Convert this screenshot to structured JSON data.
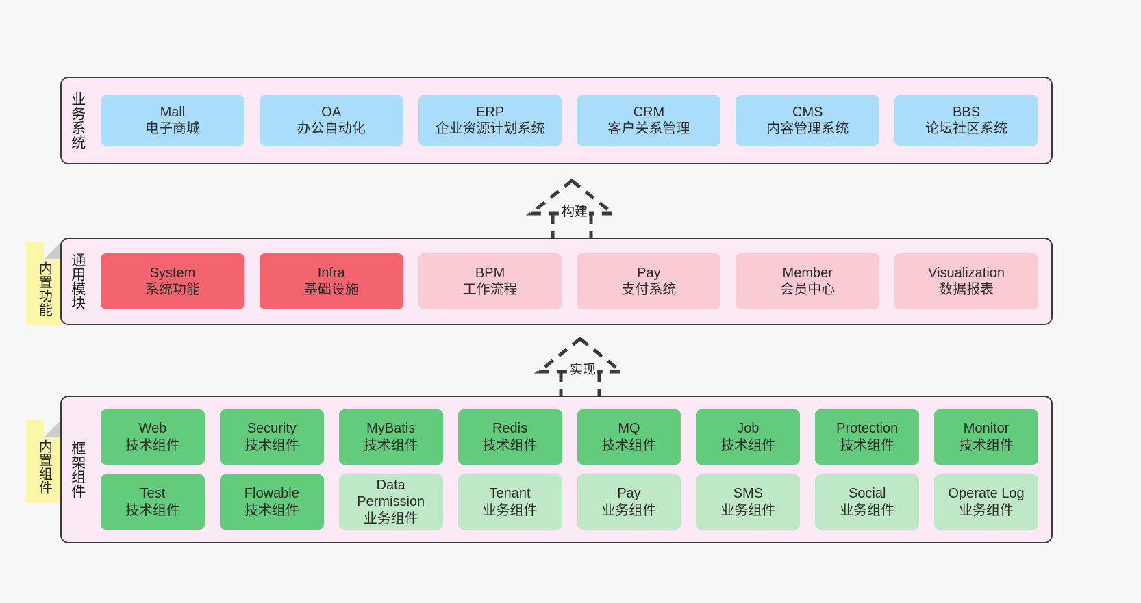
{
  "diagram": {
    "title": "",
    "background": "#f7f7f7",
    "colors": {
      "panel_fill": "#fbeaf5",
      "panel_border": "#3b3b3b",
      "business_card": "#aadcfb",
      "module_core_card": "#f4646e",
      "module_card": "#fbcbd4",
      "tech_component_card": "#63cc7c",
      "business_component_card": "#bfe9c6",
      "note_fill": "#fbf6a8",
      "note_fold": "#cccccc"
    }
  },
  "layers": {
    "business": {
      "title": "业务系统",
      "cards": [
        {
          "en": "Mall",
          "cn": "电子商城"
        },
        {
          "en": "OA",
          "cn": "办公自动化"
        },
        {
          "en": "ERP",
          "cn": "企业资源计划系统"
        },
        {
          "en": "CRM",
          "cn": "客户关系管理"
        },
        {
          "en": "CMS",
          "cn": "内容管理系统"
        },
        {
          "en": "BBS",
          "cn": "论坛社区系统"
        }
      ]
    },
    "modules": {
      "title": "通用模块",
      "cards": [
        {
          "en": "System",
          "cn": "系统功能",
          "style": "c-red"
        },
        {
          "en": "Infra",
          "cn": "基础设施",
          "style": "c-red"
        },
        {
          "en": "BPM",
          "cn": "工作流程",
          "style": "c-pink"
        },
        {
          "en": "Pay",
          "cn": "支付系统",
          "style": "c-pink"
        },
        {
          "en": "Member",
          "cn": "会员中心",
          "style": "c-pink"
        },
        {
          "en": "Visualization",
          "cn": "数据报表",
          "style": "c-pink"
        }
      ]
    },
    "framework": {
      "title": "框架组件",
      "row1": [
        {
          "en": "Web",
          "cn": "技术组件"
        },
        {
          "en": "Security",
          "cn": "技术组件"
        },
        {
          "en": "MyBatis",
          "cn": "技术组件"
        },
        {
          "en": "Redis",
          "cn": "技术组件"
        },
        {
          "en": "MQ",
          "cn": "技术组件"
        },
        {
          "en": "Job",
          "cn": "技术组件"
        },
        {
          "en": "Protection",
          "cn": "技术组件"
        },
        {
          "en": "Monitor",
          "cn": "技术组件"
        }
      ],
      "row2": [
        {
          "en": "Test",
          "cn": "技术组件",
          "style": "c-green"
        },
        {
          "en": "Flowable",
          "cn": "技术组件",
          "style": "c-green"
        },
        {
          "en": "Data\nPermission",
          "cn": "业务组件",
          "style": "c-lightgreen"
        },
        {
          "en": "Tenant",
          "cn": "业务组件",
          "style": "c-lightgreen"
        },
        {
          "en": "Pay",
          "cn": "业务组件",
          "style": "c-lightgreen"
        },
        {
          "en": "SMS",
          "cn": "业务组件",
          "style": "c-lightgreen"
        },
        {
          "en": "Social",
          "cn": "业务组件",
          "style": "c-lightgreen"
        },
        {
          "en": "Operate Log",
          "cn": "业务组件",
          "style": "c-lightgreen"
        }
      ]
    }
  },
  "notes": [
    {
      "id": "features",
      "text": "内置功能"
    },
    {
      "id": "components",
      "text": "内置组件"
    }
  ],
  "connectors": [
    {
      "id": "build",
      "label": "构建",
      "kind": "dashed-generalization-arrow"
    },
    {
      "id": "implement",
      "label": "实现",
      "kind": "dashed-generalization-arrow"
    }
  ]
}
